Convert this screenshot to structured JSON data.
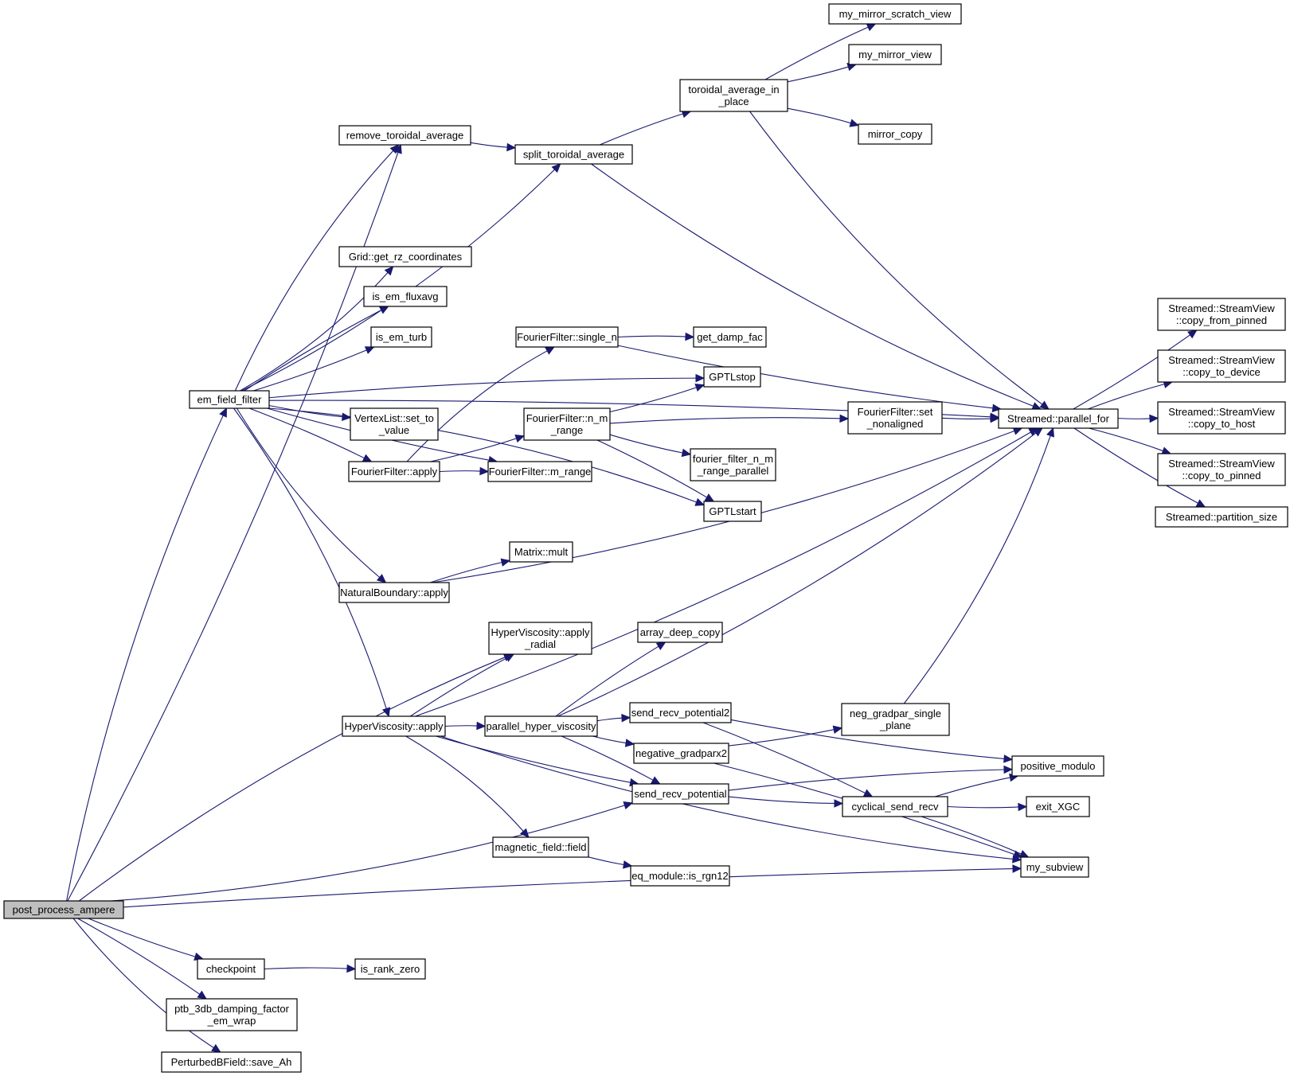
{
  "title": "post_process_ampere call graph",
  "colors": {
    "edge": "#191970",
    "root_fill": "#bfbfbf",
    "node_fill": "#ffffff",
    "border": "#000000"
  },
  "nodes": [
    {
      "id": "post_process_ampere",
      "lines": [
        "post_process_ampere"
      ],
      "root": true
    },
    {
      "id": "em_field_filter",
      "lines": [
        "em_field_filter"
      ]
    },
    {
      "id": "remove_toroidal_average",
      "lines": [
        "remove_toroidal_average"
      ]
    },
    {
      "id": "split_toroidal_average",
      "lines": [
        "split_toroidal_average"
      ]
    },
    {
      "id": "toroidal_average_in_place",
      "lines": [
        "toroidal_average_in",
        "_place"
      ]
    },
    {
      "id": "my_mirror_scratch_view",
      "lines": [
        "my_mirror_scratch_view"
      ]
    },
    {
      "id": "my_mirror_view",
      "lines": [
        "my_mirror_view"
      ]
    },
    {
      "id": "mirror_copy",
      "lines": [
        "mirror_copy"
      ]
    },
    {
      "id": "grid_get_rz",
      "lines": [
        "Grid::get_rz_coordinates"
      ]
    },
    {
      "id": "is_em_fluxavg",
      "lines": [
        "is_em_fluxavg"
      ]
    },
    {
      "id": "is_em_turb",
      "lines": [
        "is_em_turb"
      ]
    },
    {
      "id": "ff_single_n",
      "lines": [
        "FourierFilter::single_n"
      ]
    },
    {
      "id": "get_damp_fac",
      "lines": [
        "get_damp_fac"
      ]
    },
    {
      "id": "gptlstop",
      "lines": [
        "GPTLstop"
      ]
    },
    {
      "id": "vertexlist_set",
      "lines": [
        "VertexList::set_to",
        "_value"
      ]
    },
    {
      "id": "ff_n_m_range",
      "lines": [
        "FourierFilter::n_m",
        "_range"
      ]
    },
    {
      "id": "ff_set_nonaligned",
      "lines": [
        "FourierFilter::set",
        "_nonaligned"
      ]
    },
    {
      "id": "parallel_for",
      "lines": [
        "Streamed::parallel_for"
      ]
    },
    {
      "id": "ff_apply",
      "lines": [
        "FourierFilter::apply"
      ]
    },
    {
      "id": "ff_m_range",
      "lines": [
        "FourierFilter::m_range"
      ]
    },
    {
      "id": "ff_n_m_range_parallel",
      "lines": [
        "fourier_filter_n_m",
        "_range_parallel"
      ]
    },
    {
      "id": "gptlstart",
      "lines": [
        "GPTLstart"
      ]
    },
    {
      "id": "matrix_mult",
      "lines": [
        "Matrix::mult"
      ]
    },
    {
      "id": "natural_boundary_apply",
      "lines": [
        "NaturalBoundary::apply"
      ]
    },
    {
      "id": "hv_apply_radial",
      "lines": [
        "HyperViscosity::apply",
        "_radial"
      ]
    },
    {
      "id": "array_deep_copy",
      "lines": [
        "array_deep_copy"
      ]
    },
    {
      "id": "hv_apply",
      "lines": [
        "HyperViscosity::apply"
      ]
    },
    {
      "id": "parallel_hyper_viscosity",
      "lines": [
        "parallel_hyper_viscosity"
      ]
    },
    {
      "id": "send_recv_potential2",
      "lines": [
        "send_recv_potential2"
      ]
    },
    {
      "id": "neg_gradpar_single_plane",
      "lines": [
        "neg_gradpar_single",
        "_plane"
      ]
    },
    {
      "id": "negative_gradparx2",
      "lines": [
        "negative_gradparx2"
      ]
    },
    {
      "id": "positive_modulo",
      "lines": [
        "positive_modulo"
      ]
    },
    {
      "id": "send_recv_potential",
      "lines": [
        "send_recv_potential"
      ]
    },
    {
      "id": "cyclical_send_recv",
      "lines": [
        "cyclical_send_recv"
      ]
    },
    {
      "id": "exit_xgc",
      "lines": [
        "exit_XGC"
      ]
    },
    {
      "id": "magnetic_field_field",
      "lines": [
        "magnetic_field::field"
      ]
    },
    {
      "id": "eq_module_is_rgn12",
      "lines": [
        "eq_module::is_rgn12"
      ]
    },
    {
      "id": "my_subview",
      "lines": [
        "my_subview"
      ]
    },
    {
      "id": "checkpoint",
      "lines": [
        "checkpoint"
      ]
    },
    {
      "id": "is_rank_zero",
      "lines": [
        "is_rank_zero"
      ]
    },
    {
      "id": "ptb_3db",
      "lines": [
        "ptb_3db_damping_factor",
        "_em_wrap"
      ]
    },
    {
      "id": "save_ah",
      "lines": [
        "PerturbedBField::save_Ah"
      ]
    },
    {
      "id": "sv_copy_from_pinned",
      "lines": [
        "Streamed::StreamView",
        "::copy_from_pinned"
      ]
    },
    {
      "id": "sv_copy_to_device",
      "lines": [
        "Streamed::StreamView",
        "::copy_to_device"
      ]
    },
    {
      "id": "sv_copy_to_host",
      "lines": [
        "Streamed::StreamView",
        "::copy_to_host"
      ]
    },
    {
      "id": "sv_copy_to_pinned",
      "lines": [
        "Streamed::StreamView",
        "::copy_to_pinned"
      ]
    },
    {
      "id": "partition_size",
      "lines": [
        "Streamed::partition_size"
      ]
    }
  ],
  "edges": [
    [
      "post_process_ampere",
      "em_field_filter"
    ],
    [
      "post_process_ampere",
      "remove_toroidal_average"
    ],
    [
      "post_process_ampere",
      "hv_apply_radial"
    ],
    [
      "post_process_ampere",
      "send_recv_potential"
    ],
    [
      "post_process_ampere",
      "my_subview"
    ],
    [
      "post_process_ampere",
      "checkpoint"
    ],
    [
      "post_process_ampere",
      "ptb_3db"
    ],
    [
      "post_process_ampere",
      "save_ah"
    ],
    [
      "em_field_filter",
      "remove_toroidal_average"
    ],
    [
      "em_field_filter",
      "split_toroidal_average"
    ],
    [
      "em_field_filter",
      "parallel_for"
    ],
    [
      "em_field_filter",
      "grid_get_rz"
    ],
    [
      "em_field_filter",
      "is_em_fluxavg"
    ],
    [
      "em_field_filter",
      "is_em_turb"
    ],
    [
      "em_field_filter",
      "gptlstop"
    ],
    [
      "em_field_filter",
      "vertexlist_set"
    ],
    [
      "em_field_filter",
      "ff_apply"
    ],
    [
      "em_field_filter",
      "ff_m_range"
    ],
    [
      "em_field_filter",
      "gptlstart"
    ],
    [
      "em_field_filter",
      "natural_boundary_apply"
    ],
    [
      "em_field_filter",
      "hv_apply"
    ],
    [
      "remove_toroidal_average",
      "split_toroidal_average"
    ],
    [
      "split_toroidal_average",
      "toroidal_average_in_place"
    ],
    [
      "split_toroidal_average",
      "parallel_for"
    ],
    [
      "toroidal_average_in_place",
      "my_mirror_scratch_view"
    ],
    [
      "toroidal_average_in_place",
      "my_mirror_view"
    ],
    [
      "toroidal_average_in_place",
      "mirror_copy"
    ],
    [
      "toroidal_average_in_place",
      "parallel_for"
    ],
    [
      "ff_single_n",
      "get_damp_fac"
    ],
    [
      "ff_single_n",
      "parallel_for"
    ],
    [
      "ff_apply",
      "ff_single_n"
    ],
    [
      "ff_apply",
      "ff_n_m_range"
    ],
    [
      "ff_apply",
      "ff_m_range"
    ],
    [
      "ff_n_m_range",
      "gptlstop"
    ],
    [
      "ff_n_m_range",
      "ff_set_nonaligned"
    ],
    [
      "ff_n_m_range",
      "ff_n_m_range_parallel"
    ],
    [
      "ff_n_m_range",
      "gptlstart"
    ],
    [
      "ff_set_nonaligned",
      "parallel_for"
    ],
    [
      "natural_boundary_apply",
      "matrix_mult"
    ],
    [
      "natural_boundary_apply",
      "parallel_for"
    ],
    [
      "hv_apply",
      "hv_apply_radial"
    ],
    [
      "hv_apply",
      "parallel_for"
    ],
    [
      "hv_apply",
      "parallel_hyper_viscosity"
    ],
    [
      "hv_apply",
      "send_recv_potential"
    ],
    [
      "hv_apply",
      "magnetic_field_field"
    ],
    [
      "hv_apply",
      "my_subview"
    ],
    [
      "parallel_hyper_viscosity",
      "array_deep_copy"
    ],
    [
      "parallel_hyper_viscosity",
      "parallel_for"
    ],
    [
      "parallel_hyper_viscosity",
      "send_recv_potential2"
    ],
    [
      "parallel_hyper_viscosity",
      "negative_gradparx2"
    ],
    [
      "parallel_hyper_viscosity",
      "send_recv_potential"
    ],
    [
      "send_recv_potential2",
      "positive_modulo"
    ],
    [
      "send_recv_potential2",
      "cyclical_send_recv"
    ],
    [
      "negative_gradparx2",
      "neg_gradpar_single_plane"
    ],
    [
      "negative_gradparx2",
      "my_subview"
    ],
    [
      "neg_gradpar_single_plane",
      "parallel_for"
    ],
    [
      "send_recv_potential",
      "positive_modulo"
    ],
    [
      "send_recv_potential",
      "cyclical_send_recv"
    ],
    [
      "cyclical_send_recv",
      "positive_modulo"
    ],
    [
      "cyclical_send_recv",
      "exit_xgc"
    ],
    [
      "cyclical_send_recv",
      "my_subview"
    ],
    [
      "magnetic_field_field",
      "eq_module_is_rgn12"
    ],
    [
      "checkpoint",
      "is_rank_zero"
    ],
    [
      "parallel_for",
      "sv_copy_from_pinned"
    ],
    [
      "parallel_for",
      "sv_copy_to_device"
    ],
    [
      "parallel_for",
      "sv_copy_to_host"
    ],
    [
      "parallel_for",
      "sv_copy_to_pinned"
    ],
    [
      "parallel_for",
      "partition_size"
    ]
  ]
}
